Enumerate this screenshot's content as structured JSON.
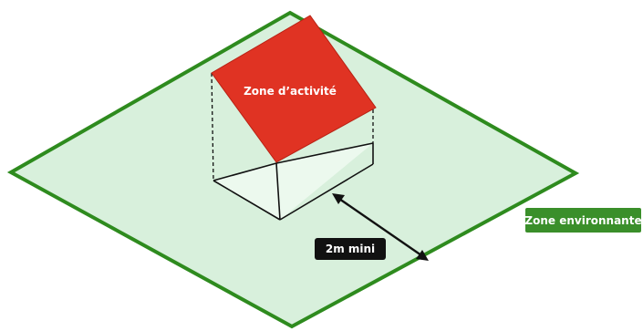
{
  "labels": {
    "activity_zone": "Zone d’activité",
    "distance": "2m mini",
    "environment_zone": "Zone environnante"
  },
  "colors": {
    "environment_fill": "#d8f0dc",
    "environment_border": "#2e8b1e",
    "activity_roof": "#e03323",
    "floor_fill": "#ecf9ee",
    "frame_line": "#111111",
    "distance_badge": "#111111",
    "environment_badge": "#3a8f2a",
    "label_text": "#ffffff"
  }
}
